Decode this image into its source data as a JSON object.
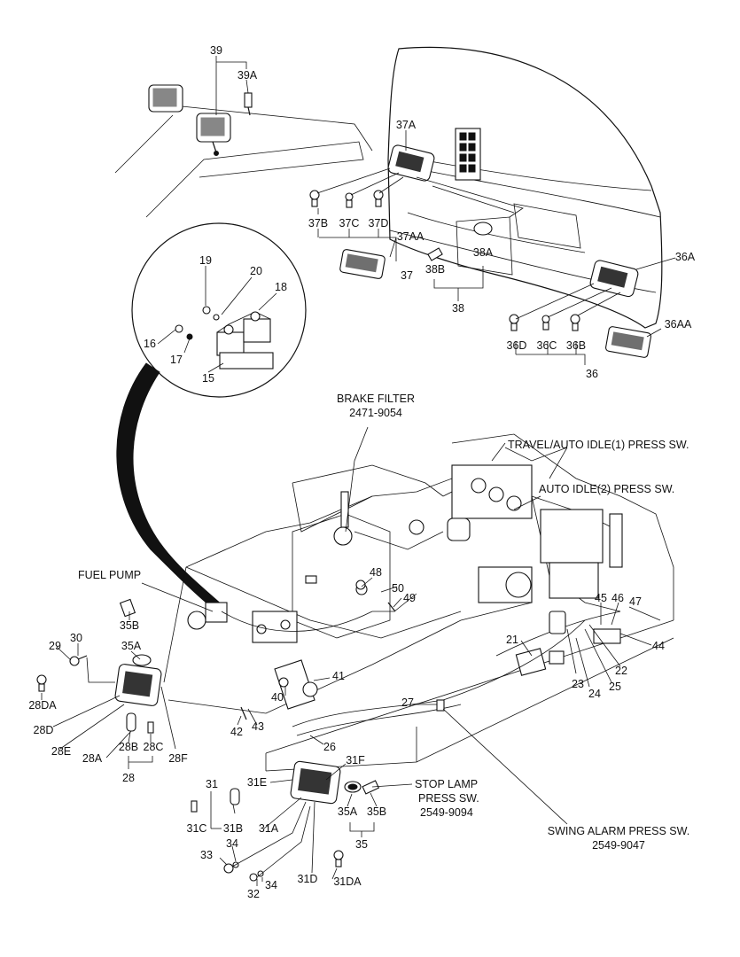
{
  "callouts": {
    "brake_filter": "BRAKE FILTER",
    "brake_filter_pn": "2471-9054",
    "travel_press": "TRAVEL/AUTO IDLE(1) PRESS SW.",
    "auto_idle2": "AUTO IDLE(2) PRESS SW.",
    "fuel_pump": "FUEL PUMP",
    "stop_lamp_1": "STOP LAMP",
    "stop_lamp_2": "PRESS SW.",
    "stop_lamp_pn": "2549-9094",
    "swing_alarm": "SWING ALARM PRESS SW.",
    "swing_alarm_pn": "2549-9047"
  },
  "parts": {
    "p39": "39",
    "p39a": "39A",
    "p37a": "37A",
    "p37b": "37B",
    "p37c": "37C",
    "p37d": "37D",
    "p37aa": "37AA",
    "p37": "37",
    "p38a": "38A",
    "p38b": "38B",
    "p38": "38",
    "p36a": "36A",
    "p36aa": "36AA",
    "p36b": "36B",
    "p36c": "36C",
    "p36d": "36D",
    "p36": "36",
    "p15": "15",
    "p16": "16",
    "p17": "17",
    "p18": "18",
    "p19": "19",
    "p20": "20",
    "p21": "21",
    "p22": "22",
    "p23": "23",
    "p24": "24",
    "p25": "25",
    "p26": "26",
    "p27": "27",
    "p28": "28",
    "p28a": "28A",
    "p28b": "28B",
    "p28c": "28C",
    "p28d": "28D",
    "p28da": "28DA",
    "p28e": "28E",
    "p28f": "28F",
    "p29": "29",
    "p30": "30",
    "p31": "31",
    "p31a": "31A",
    "p31b": "31B",
    "p31c": "31C",
    "p31d": "31D",
    "p31da": "31DA",
    "p31e": "31E",
    "p31f": "31F",
    "p32": "32",
    "p33": "33",
    "p34a": "34",
    "p34b": "34",
    "p35": "35",
    "p35a_top": "35A",
    "p35b_top": "35B",
    "p35a_bot": "35A",
    "p35b_bot": "35B",
    "p40": "40",
    "p41": "41",
    "p42": "42",
    "p43": "43",
    "p44": "44",
    "p45": "45",
    "p46": "46",
    "p47": "47",
    "p48": "48",
    "p49": "49",
    "p50": "50"
  }
}
